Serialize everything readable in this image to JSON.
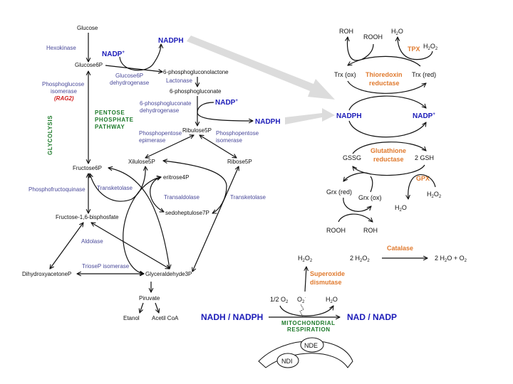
{
  "glycolysis": {
    "section_label": "GLYCOLYSIS",
    "metabolites": {
      "glucose": "Glucose",
      "glucose6p": "Glucose6P",
      "fructose6p": "Fructose6P",
      "fructose16bp": "Fructose-1,6-bisphosfate",
      "dihydroxyacetonep": "DihydroxyacetoneP",
      "glyceraldehyde3p": "Glyceraldehyde3P",
      "piruvate": "Piruvate",
      "etanol": "Etanol",
      "acetilcoa": "Acetil CoA"
    },
    "enzymes": {
      "hexokinase": "Hexokinase",
      "phosphoglucose_isomerase_1": "Phosphoglucose",
      "phosphoglucose_isomerase_2": "isomerase",
      "rag2": "(RAG2)",
      "phosphofructoquinase": "Phosphofructoquinase",
      "aldolase": "Aldolase",
      "triosep_isomerase": "TrioseP isomerase"
    }
  },
  "pentose_phosphate": {
    "section_label": [
      "PENTOSE",
      "PHOSPHATE",
      "PATHWAY"
    ],
    "metabolites": {
      "phosphogluconolactone": "6-phosphogluconolactone",
      "phosphogluconate": "6-phosphogluconate",
      "ribulose5p": "Ribulose5P",
      "xilulose5p": "Xilulose5P",
      "ribose5p": "Ribose5P",
      "eritrose4p": "eritrose4P",
      "sedoheptulose7p": "sedoheptulose7P"
    },
    "enzymes": {
      "g6p_dehydrogenase_1": "Glucose6P",
      "g6p_dehydrogenase_2": "dehydrogenase",
      "lactonase": "Lactonase",
      "pg_dehydrogenase_1": "6-phosphogluconate",
      "pg_dehydrogenase_2": "dehydrogenase",
      "epimerase_1": "Phosphopentose",
      "epimerase_2": "epimerase",
      "isomerase_1": "Phosphopentose",
      "isomerase_2": "isomerase",
      "transketolase_left": "Transketolase",
      "transaldolase": "Transaldolase",
      "transketolase_right": "Transketolase"
    },
    "cofactors": {
      "nadp_1": "NADP",
      "nadph_1": "NADPH",
      "nadp_2": "NADP",
      "nadph_2": "NADPH",
      "plus": "+"
    }
  },
  "redox": {
    "thioredoxin": {
      "roh": "ROH",
      "rooh": "ROOH",
      "h2o": "H",
      "h2o2": "H",
      "tpx": "TPX",
      "trx_ox": "Trx (ox)",
      "trx_red": "Trx (red)",
      "enzyme_1": "Thioredoxin",
      "enzyme_2": "reductase"
    },
    "nadph": "NADPH",
    "nadp": "NADP",
    "plus": "+",
    "glutathione": {
      "gssg": "GSSG",
      "gsh": "2 GSH",
      "enzyme_1": "Glutathione",
      "enzyme_2": "reductase",
      "gpx": "GPX"
    },
    "glutaredoxin": {
      "grx_red": "Grx (red)",
      "grx_ox": "Grx (ox)",
      "rooh": "ROOH",
      "roh": "ROH"
    },
    "catalase": {
      "label": "Catalase",
      "reactant": "2 H",
      "product_a": "2 H",
      "product_b": "O + O"
    },
    "superoxide_dismutase": {
      "line1": "Superoxide",
      "line2": "dismutase"
    }
  },
  "respiration": {
    "left": "NADH / NADPH",
    "right": "NAD / NADP",
    "label_1": "MITOCHONDRIAL",
    "label_2": "RESPIRATION",
    "half_o2": "1/2 O",
    "o2_radical": "O",
    "h2o": "H",
    "nde": "NDE",
    "ndi": "NDI"
  },
  "colors": {
    "metabolite": "#111111",
    "enzyme": "#4a4a9a",
    "cofactor": "#1b1bb8",
    "section": "#1d7a2a",
    "redox_enzyme": "#e07a2e",
    "gene": "#d21e1e",
    "flow_arrow": "#dcdcdc"
  }
}
